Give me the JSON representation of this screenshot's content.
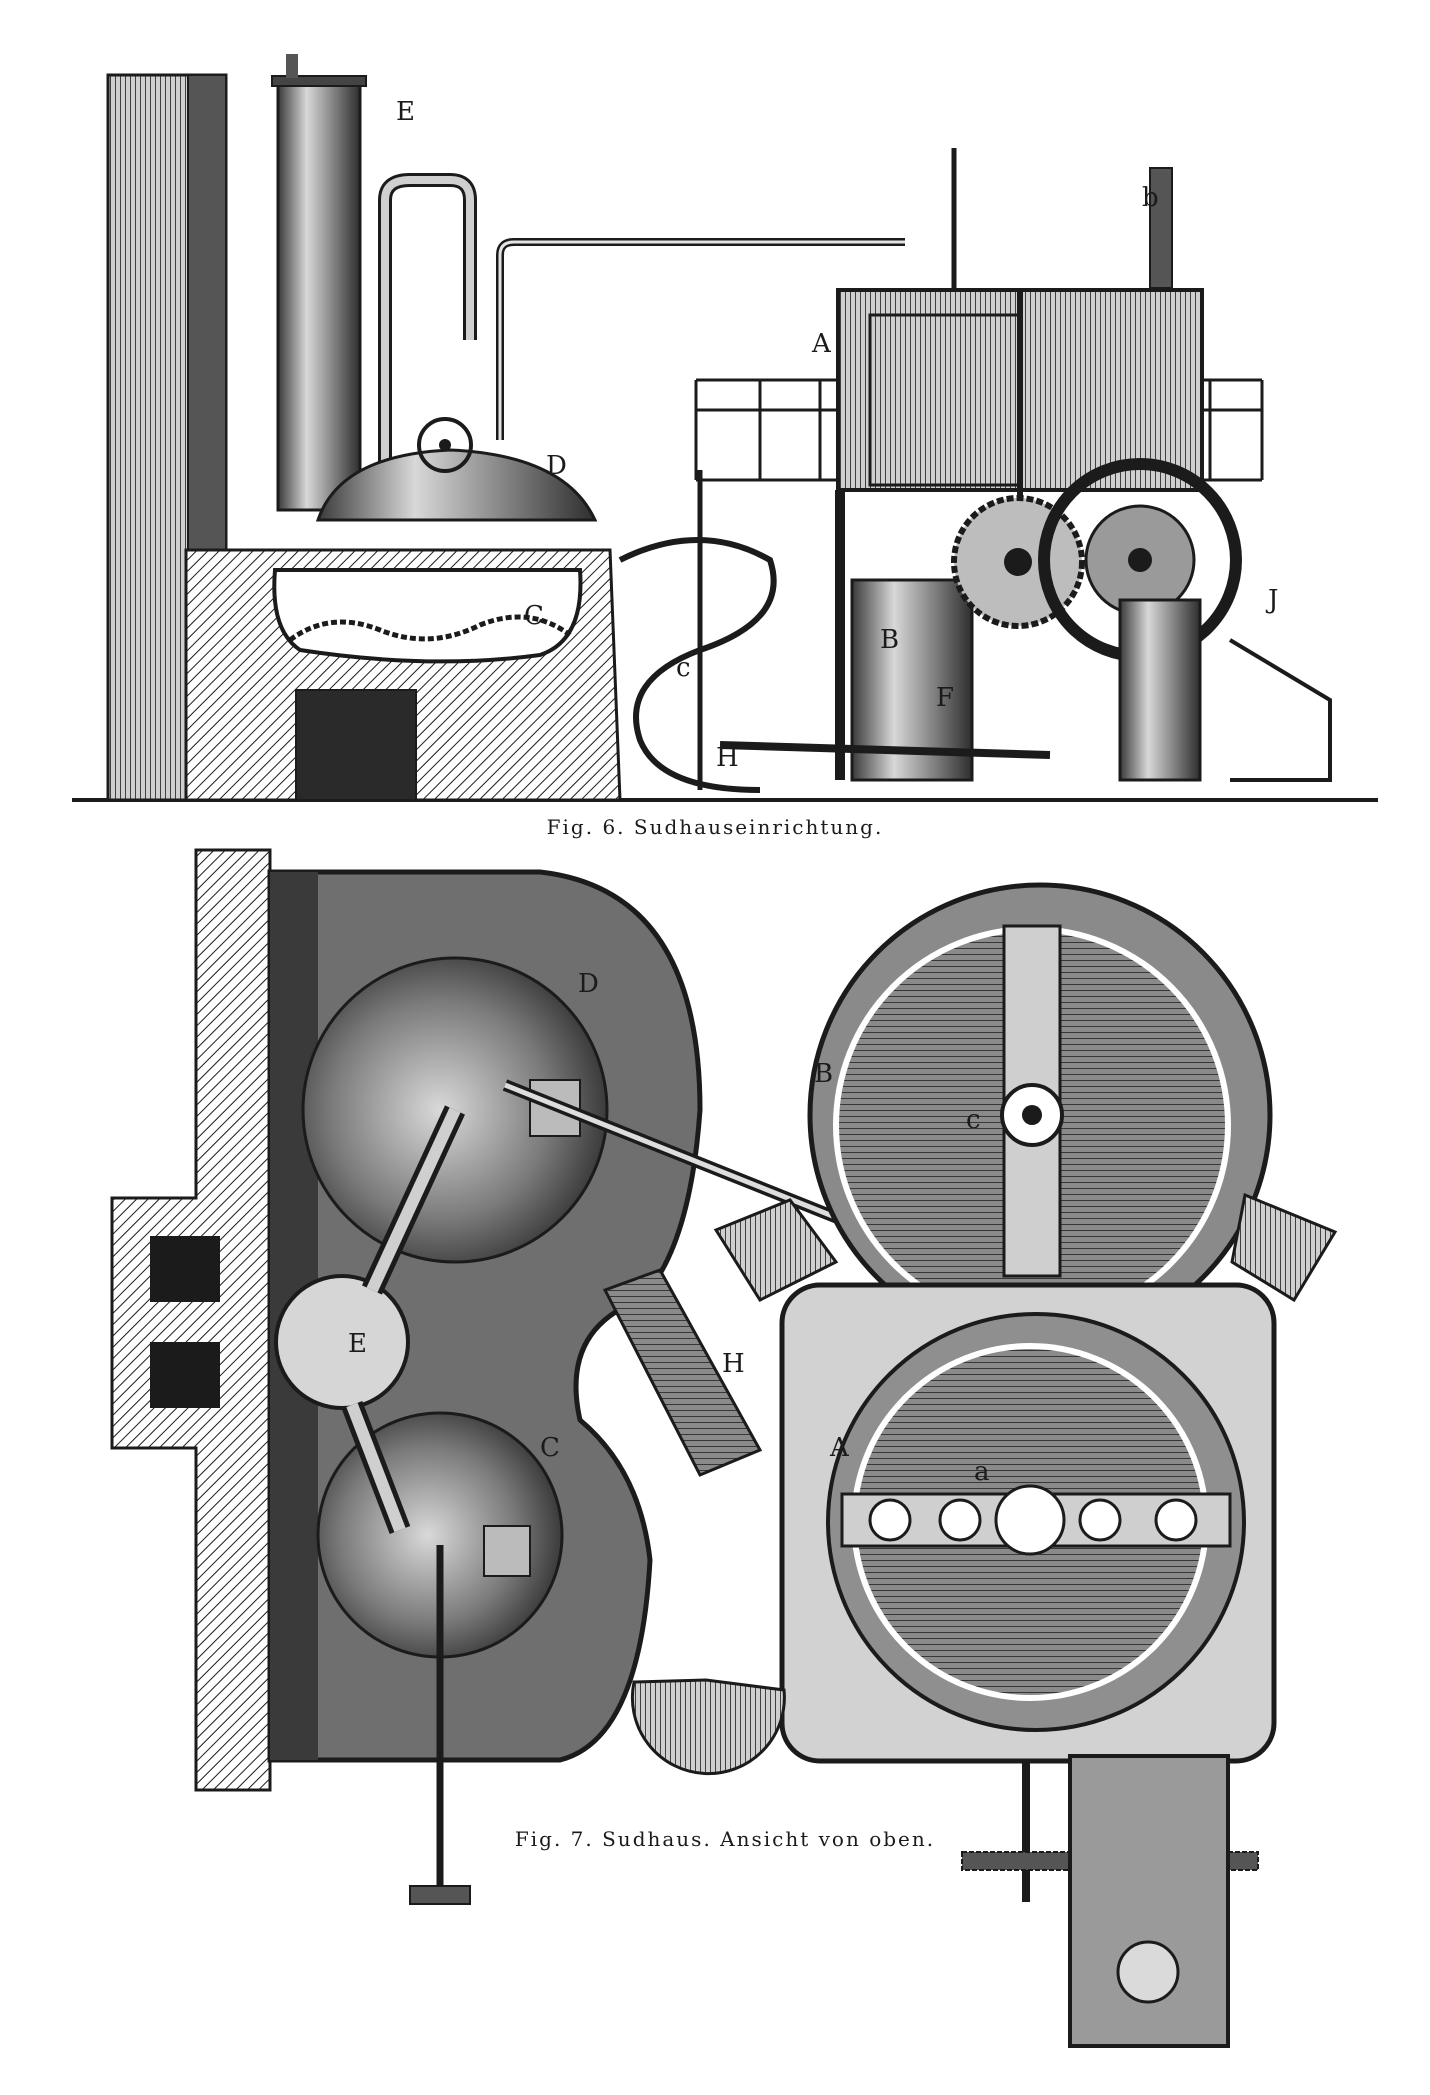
{
  "figures": [
    {
      "caption": "Fig. 6.  Sudhauseinrichtung.",
      "labels": {
        "E": "E",
        "A": "A",
        "b": "b",
        "D": "D",
        "C": "C",
        "c": "c",
        "B": "B",
        "F": "F",
        "H": "H",
        "J": "J"
      }
    },
    {
      "caption": "Fig. 7.  Sudhaus.  Ansicht von oben.",
      "labels": {
        "D": "D",
        "B": "B",
        "c": "c",
        "E": "E",
        "H": "H",
        "C": "C",
        "A": "A",
        "a": "a"
      }
    }
  ],
  "colors": {
    "ink": "#1b1b1b",
    "paper": "#ffffff",
    "shade": "#6f6f6f",
    "light": "#d2d2d2"
  }
}
